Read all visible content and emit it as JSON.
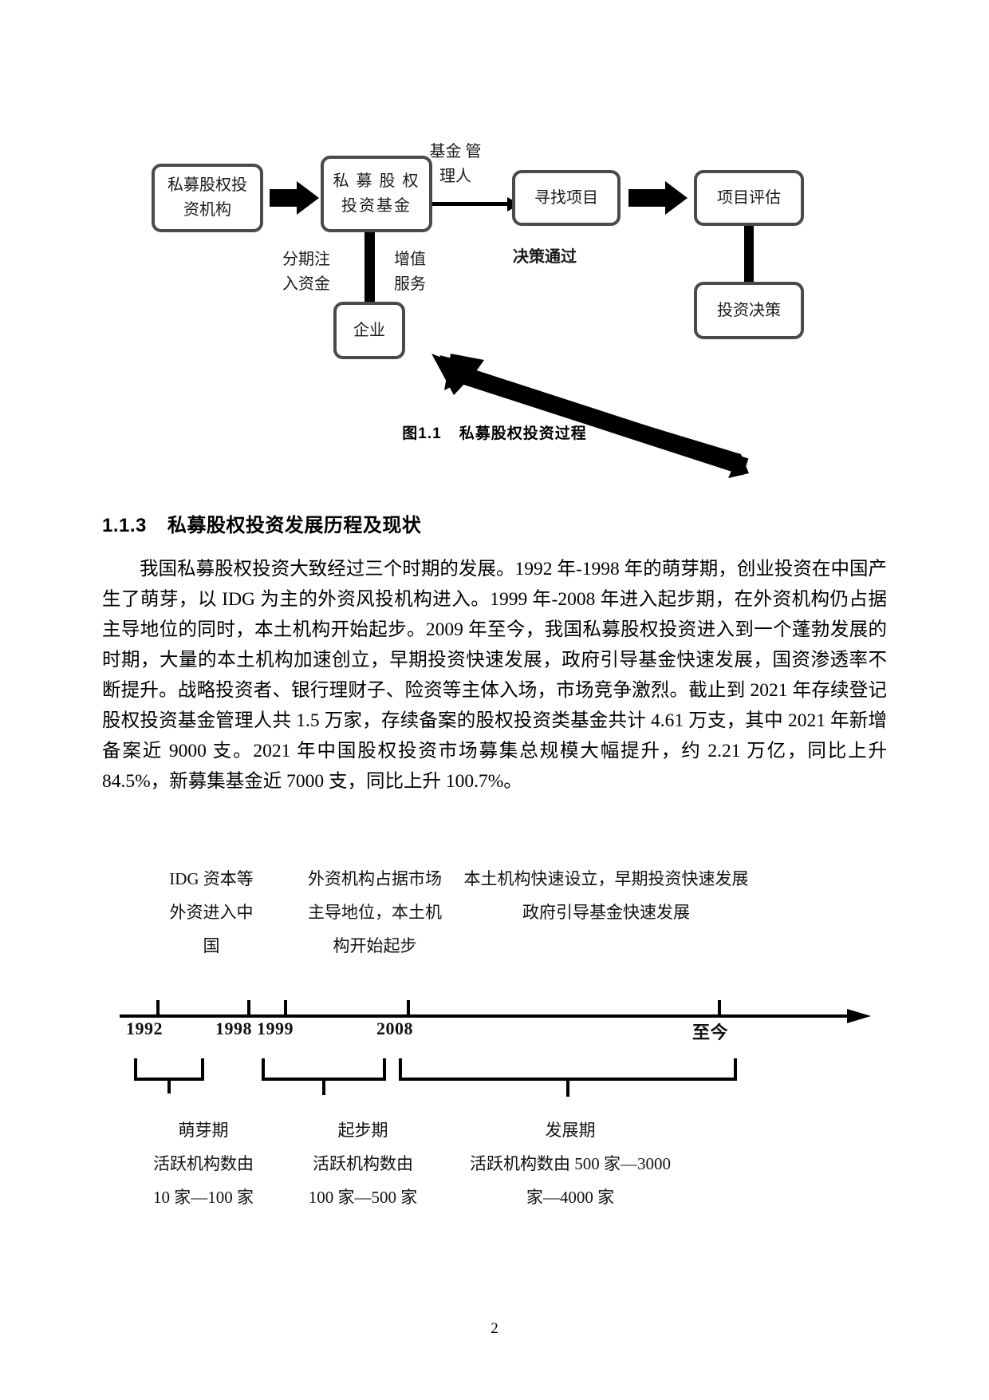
{
  "figure1": {
    "caption_number": "图1.1",
    "caption_title": "私募股权投资过程",
    "nodes": {
      "institution": "私募股权投资机构",
      "institution_line1": "私募股权投",
      "institution_line2": "资机构",
      "fund_line1": "私 募 股 权",
      "fund_line2": "投资基金",
      "seek_project": "寻找项目",
      "project_eval": "项目评估",
      "invest_decision": "投资决策",
      "enterprise": "企业"
    },
    "labels": {
      "fund_manager_line1": "基金",
      "fund_manager_line2": "管理人",
      "installment_line1": "分期注",
      "installment_line2": "入资金",
      "value_added_line1": "增值",
      "value_added_line2": "服务",
      "decision_passed": "决策通过"
    }
  },
  "section": {
    "number": "1.1.3",
    "title": "私募股权投资发展历程及现状",
    "paragraph": "我国私募股权投资大致经过三个时期的发展。1992 年-1998 年的萌芽期，创业投资在中国产生了萌芽，以 IDG 为主的外资风投机构进入。1999 年-2008 年进入起步期，在外资机构仍占据主导地位的同时，本土机构开始起步。2009 年至今，我国私募股权投资进入到一个蓬勃发展的时期，大量的本土机构加速创立，早期投资快速发展，政府引导基金快速发展，国资渗透率不断提升。战略投资者、银行理财子、险资等主体入场，市场竞争激烈。截止到 2021 年存续登记股权投资基金管理人共 1.5 万家，存续备案的股权投资类基金共计 4.61 万支，其中 2021 年新增备案近 9000 支。2021 年中国股权投资市场募集总规模大幅提升，约 2.21 万亿，同比上升 84.5%，新募集基金近 7000 支，同比上升 100.7%。"
  },
  "timeline": {
    "notes": [
      {
        "id": "note-1",
        "line1": "IDG 资本等",
        "line2": "外资进入中",
        "line3": "国"
      },
      {
        "id": "note-2",
        "line1": "外资机构占据市场",
        "line2": "主导地位，本土机",
        "line3": "构开始起步"
      },
      {
        "id": "note-3",
        "line1": "本土机构快速设立，早期投资快速发展",
        "line2": "政府引导基金快速发展",
        "line3": ""
      }
    ],
    "years": [
      "1992",
      "1998",
      "1999",
      "2008",
      "至今"
    ],
    "phases": [
      {
        "title": "萌芽期",
        "line2": "活跃机构数由",
        "line3": "10 家—100 家"
      },
      {
        "title": "起步期",
        "line2": "活跃机构数由",
        "line3": "100 家—500 家"
      },
      {
        "title": "发展期",
        "line2": "活跃机构数由 500 家—3000",
        "line3": "家—4000 家"
      }
    ]
  },
  "page": {
    "number": "2"
  },
  "colors": {
    "node_border": "#4a4a4a",
    "arrow": "#000000",
    "text": "#000000"
  }
}
